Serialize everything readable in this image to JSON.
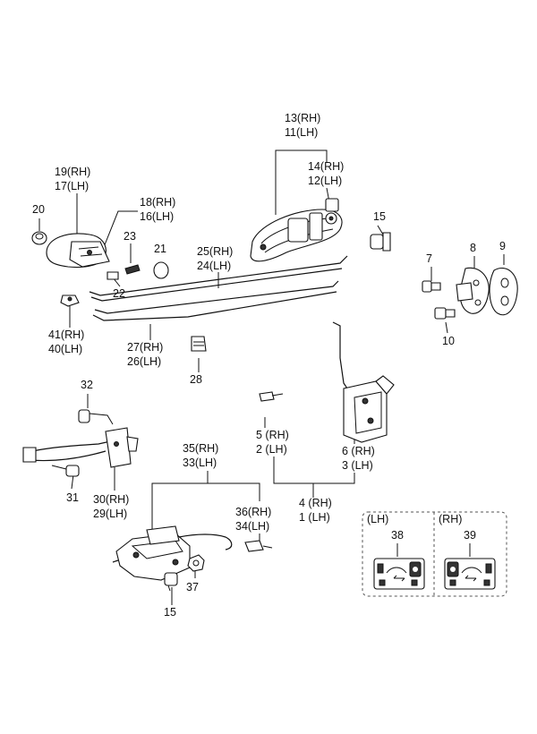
{
  "callouts": {
    "p13": "13(RH)",
    "p11": "11(LH)",
    "p14": "14(RH)",
    "p12": "12(LH)",
    "p15a": "15",
    "p19": "19(RH)",
    "p17": "17(LH)",
    "p18": "18(RH)",
    "p16": "16(LH)",
    "p20": "20",
    "p23": "23",
    "p21": "21",
    "p22": "22",
    "p25": "25(RH)",
    "p24": "24(LH)",
    "p7": "7",
    "p8": "8",
    "p9": "9",
    "p10": "10",
    "p41": "41(RH)",
    "p40": "40(LH)",
    "p27": "27(RH)",
    "p26": "26(LH)",
    "p28": "28",
    "p32": "32",
    "p5": "5 (RH)",
    "p2": "2 (LH)",
    "p6": "6 (RH)",
    "p3": "3 (LH)",
    "p35": "35(RH)",
    "p33": "33(LH)",
    "p31": "31",
    "p30": "30(RH)",
    "p29": "29(LH)",
    "p36": "36(RH)",
    "p34": "34(LH)",
    "p4": "4 (RH)",
    "p1": "1 (LH)",
    "p37": "37",
    "p15b": "15"
  },
  "inset": {
    "lh_header": "(LH)",
    "rh_header": "(RH)",
    "p38": "38",
    "p39": "39"
  }
}
